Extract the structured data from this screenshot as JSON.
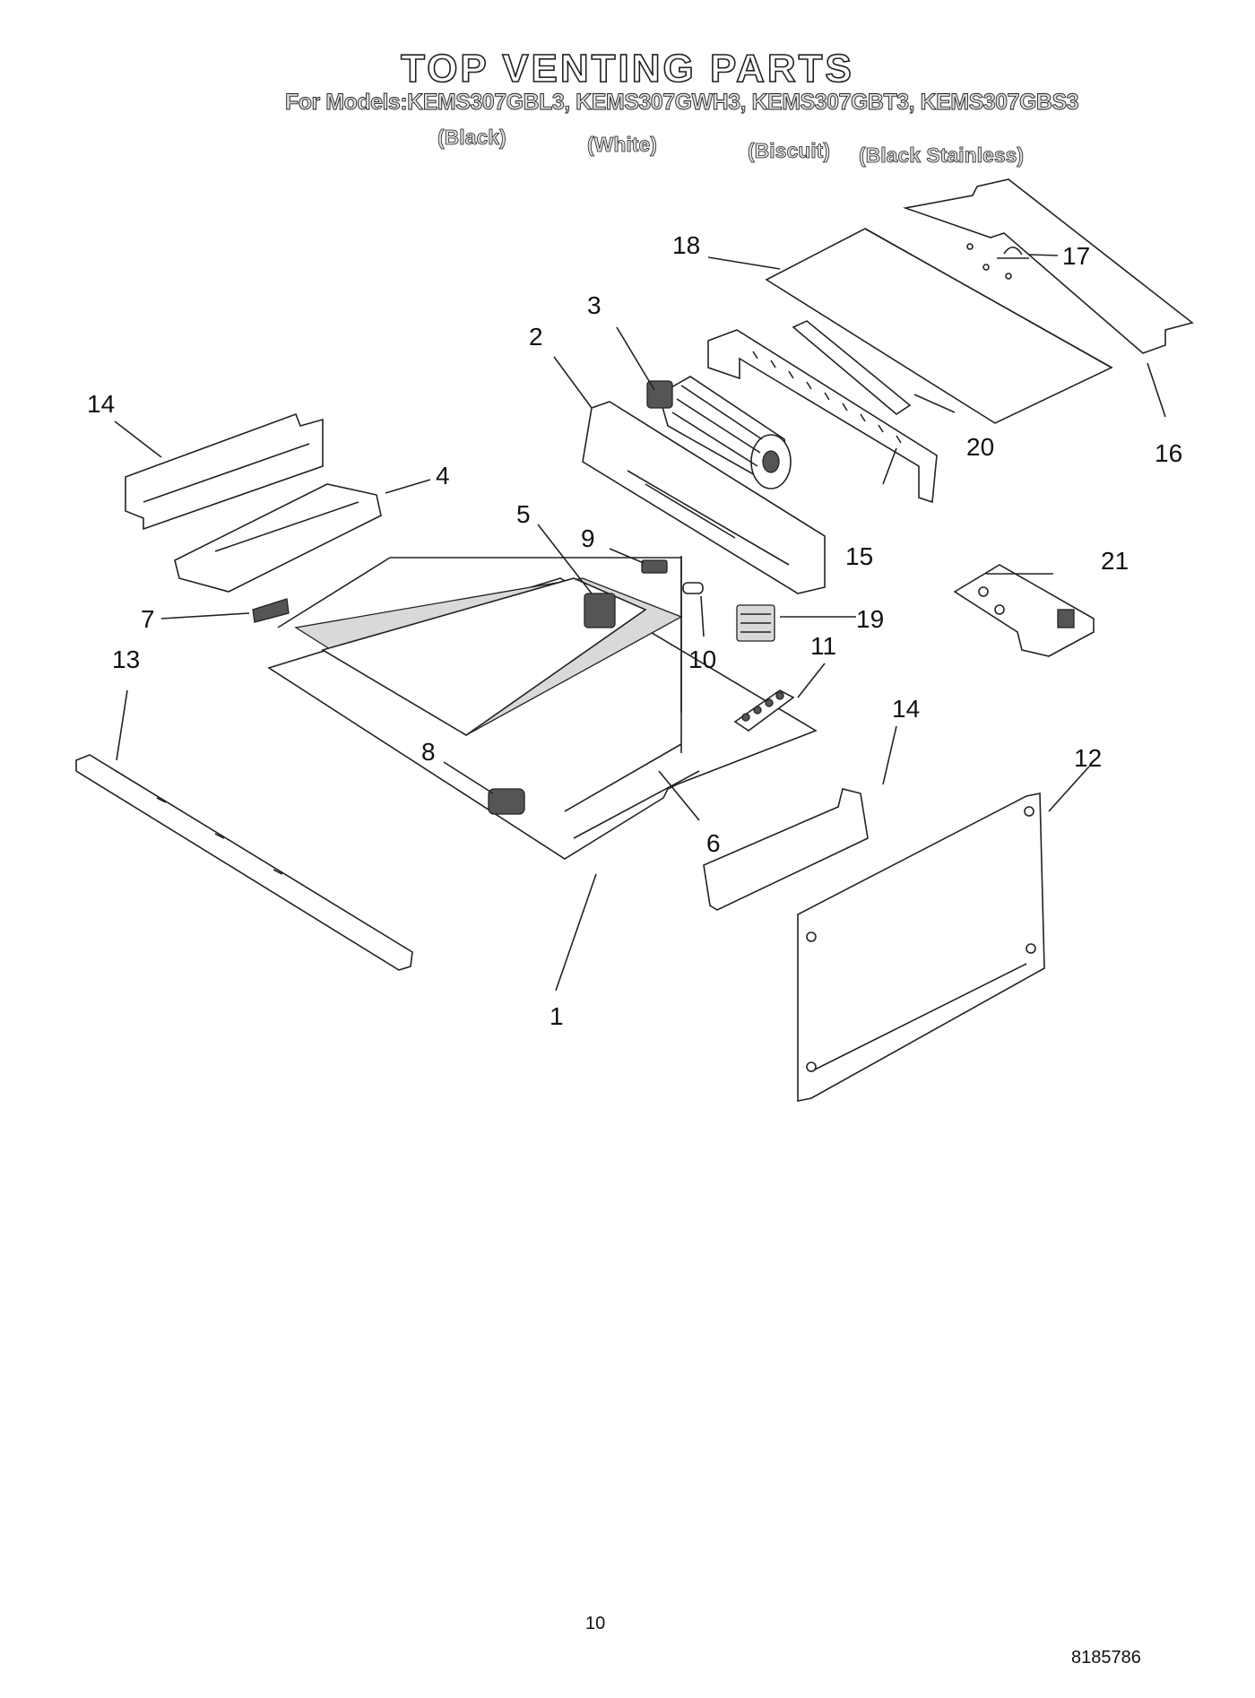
{
  "title": "TOP VENTING PARTS",
  "models_line": "For Models:KEMS307GBL3, KEMS307GWH3, KEMS307GBT3, KEMS307GBS3",
  "colors": [
    "(Black)",
    "(White)",
    "(Biscuit)",
    "(Black Stainless)"
  ],
  "callouts": [
    "1",
    "2",
    "3",
    "4",
    "5",
    "6",
    "7",
    "8",
    "9",
    "10",
    "11",
    "12",
    "13",
    "14",
    "14",
    "15",
    "16",
    "17",
    "18",
    "19",
    "20",
    "21"
  ],
  "page_number": "10",
  "doc_number": "8185786"
}
